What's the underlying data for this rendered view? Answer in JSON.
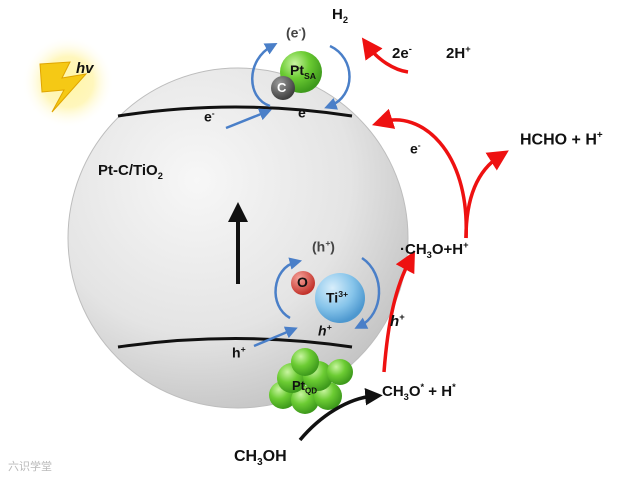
{
  "labels": {
    "hv": "hv",
    "catalyst": "Pt-C/TiO",
    "catalyst_sub": "2",
    "h2": "H",
    "h2_sub": "2",
    "electron_top": "(e",
    "electron_top_sup": "-",
    "electron_top_close": ")",
    "pt_sa": "Pt",
    "pt_sa_sub": "SA",
    "carbon": "C",
    "e_left": "e",
    "e_left_sup": "-",
    "e_right": "e",
    "e_right_sup": "-",
    "two_e": "2e",
    "two_e_sup": "-",
    "two_h": "2H",
    "two_h_sup": "+",
    "hcho": "HCHO + H",
    "hcho_sup": "+",
    "e_mid": "e",
    "e_mid_sup": "-",
    "radical_pre": "·CH",
    "radical_sub": "3",
    "radical_post": "O+H",
    "radical_sup": "+",
    "hole_top": "(h",
    "hole_top_sup": "+",
    "hole_top_close": ")",
    "oxygen": "O",
    "ti": "Ti",
    "ti_sup": "3+",
    "h_plus_ring": "h",
    "h_plus_ring_sup": "+",
    "h_plus_left": "h",
    "h_plus_left_sup": "+",
    "h_plus_red": "h",
    "h_plus_red_sup": "+",
    "pt_qd": "Pt",
    "pt_qd_sub": "QD",
    "ch3o_pre": "CH",
    "ch3o_sub": "3",
    "ch3o_mid": "O",
    "ch3o_sup1": "*",
    "ch3o_post": " + H",
    "ch3o_sup2": "*",
    "ch3oh_pre": "CH",
    "ch3oh_sub": "3",
    "ch3oh_post": "OH"
  },
  "watermark": "六识学堂",
  "colors": {
    "sphere_light": "#f4f4f4",
    "sphere_dark": "#c8c8c8",
    "red_arrow": "#ee1111",
    "blue_arrow": "#4a7fc8",
    "pt_green": "#66cc33",
    "carbon_gray": "#555555",
    "oxygen_red": "#e0483e",
    "ti_blue": "#7fbde6",
    "sun_yellow": "#f5d31c",
    "black": "#111111"
  }
}
